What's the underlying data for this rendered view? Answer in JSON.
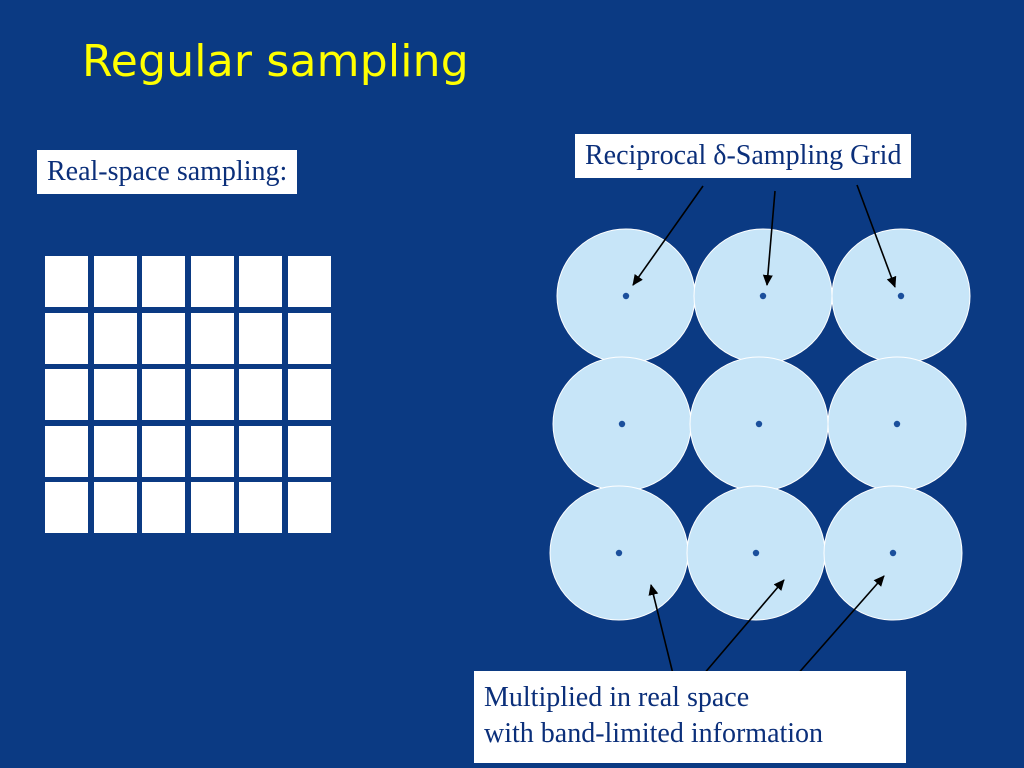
{
  "slide": {
    "title": "Regular sampling"
  },
  "real_space": {
    "label": "Real-space sampling:",
    "grid_rows": 5,
    "grid_cols": 6
  },
  "reciprocal": {
    "label": "Reciprocal δ-Sampling Grid",
    "circle_rows": 3,
    "circle_cols": 3
  },
  "multiplied": {
    "line1": "Multiplied in real space",
    "line2": "with band-limited information"
  },
  "colors": {
    "background": "#0b3a83",
    "title": "#ffff00",
    "circle_fill": "#c7e5f8",
    "dot": "#1b4f9c",
    "arrow": "#000000"
  }
}
